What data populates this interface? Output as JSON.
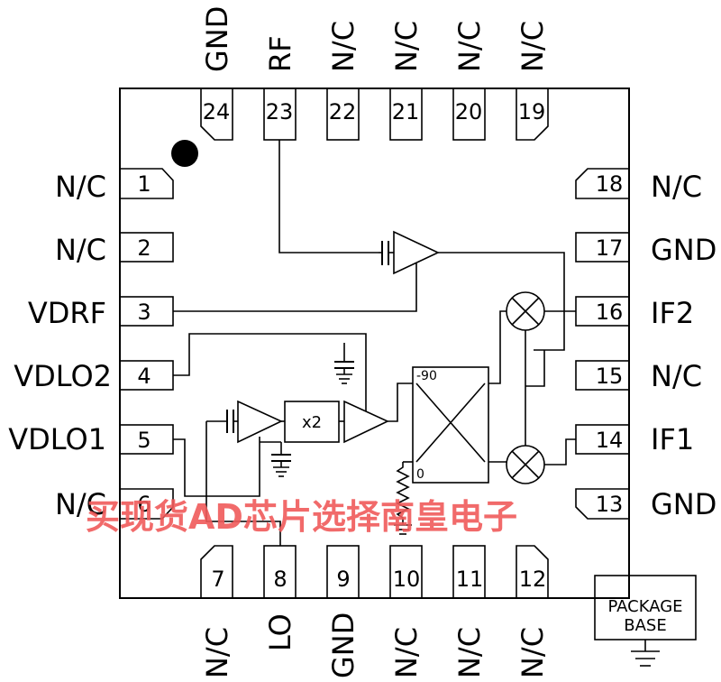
{
  "pins": {
    "top": [
      {
        "num": "24",
        "label": "GND"
      },
      {
        "num": "23",
        "label": "RF"
      },
      {
        "num": "22",
        "label": "N/C"
      },
      {
        "num": "21",
        "label": "N/C"
      },
      {
        "num": "20",
        "label": "N/C"
      },
      {
        "num": "19",
        "label": "N/C"
      }
    ],
    "left": [
      {
        "num": "1",
        "label": "N/C"
      },
      {
        "num": "2",
        "label": "N/C"
      },
      {
        "num": "3",
        "label": "VDRF"
      },
      {
        "num": "4",
        "label": "VDLO2"
      },
      {
        "num": "5",
        "label": "VDLO1"
      },
      {
        "num": "6",
        "label": "N/C"
      }
    ],
    "right": [
      {
        "num": "18",
        "label": "N/C"
      },
      {
        "num": "17",
        "label": "GND"
      },
      {
        "num": "16",
        "label": "IF2"
      },
      {
        "num": "15",
        "label": "N/C"
      },
      {
        "num": "14",
        "label": "IF1"
      },
      {
        "num": "13",
        "label": "GND"
      }
    ],
    "bottom": [
      {
        "num": "7",
        "label": "N/C"
      },
      {
        "num": "8",
        "label": "LO"
      },
      {
        "num": "9",
        "label": "GND"
      },
      {
        "num": "10",
        "label": "N/C"
      },
      {
        "num": "11",
        "label": "N/C"
      },
      {
        "num": "12",
        "label": "N/C"
      }
    ]
  },
  "blocks": {
    "doubler": "x2",
    "hybrid_top": "-90",
    "hybrid_bottom": "0"
  },
  "package_base": {
    "line1": "PACKAGE",
    "line2": "BASE"
  },
  "watermark": "买现货AD芯片选择南皇电子"
}
